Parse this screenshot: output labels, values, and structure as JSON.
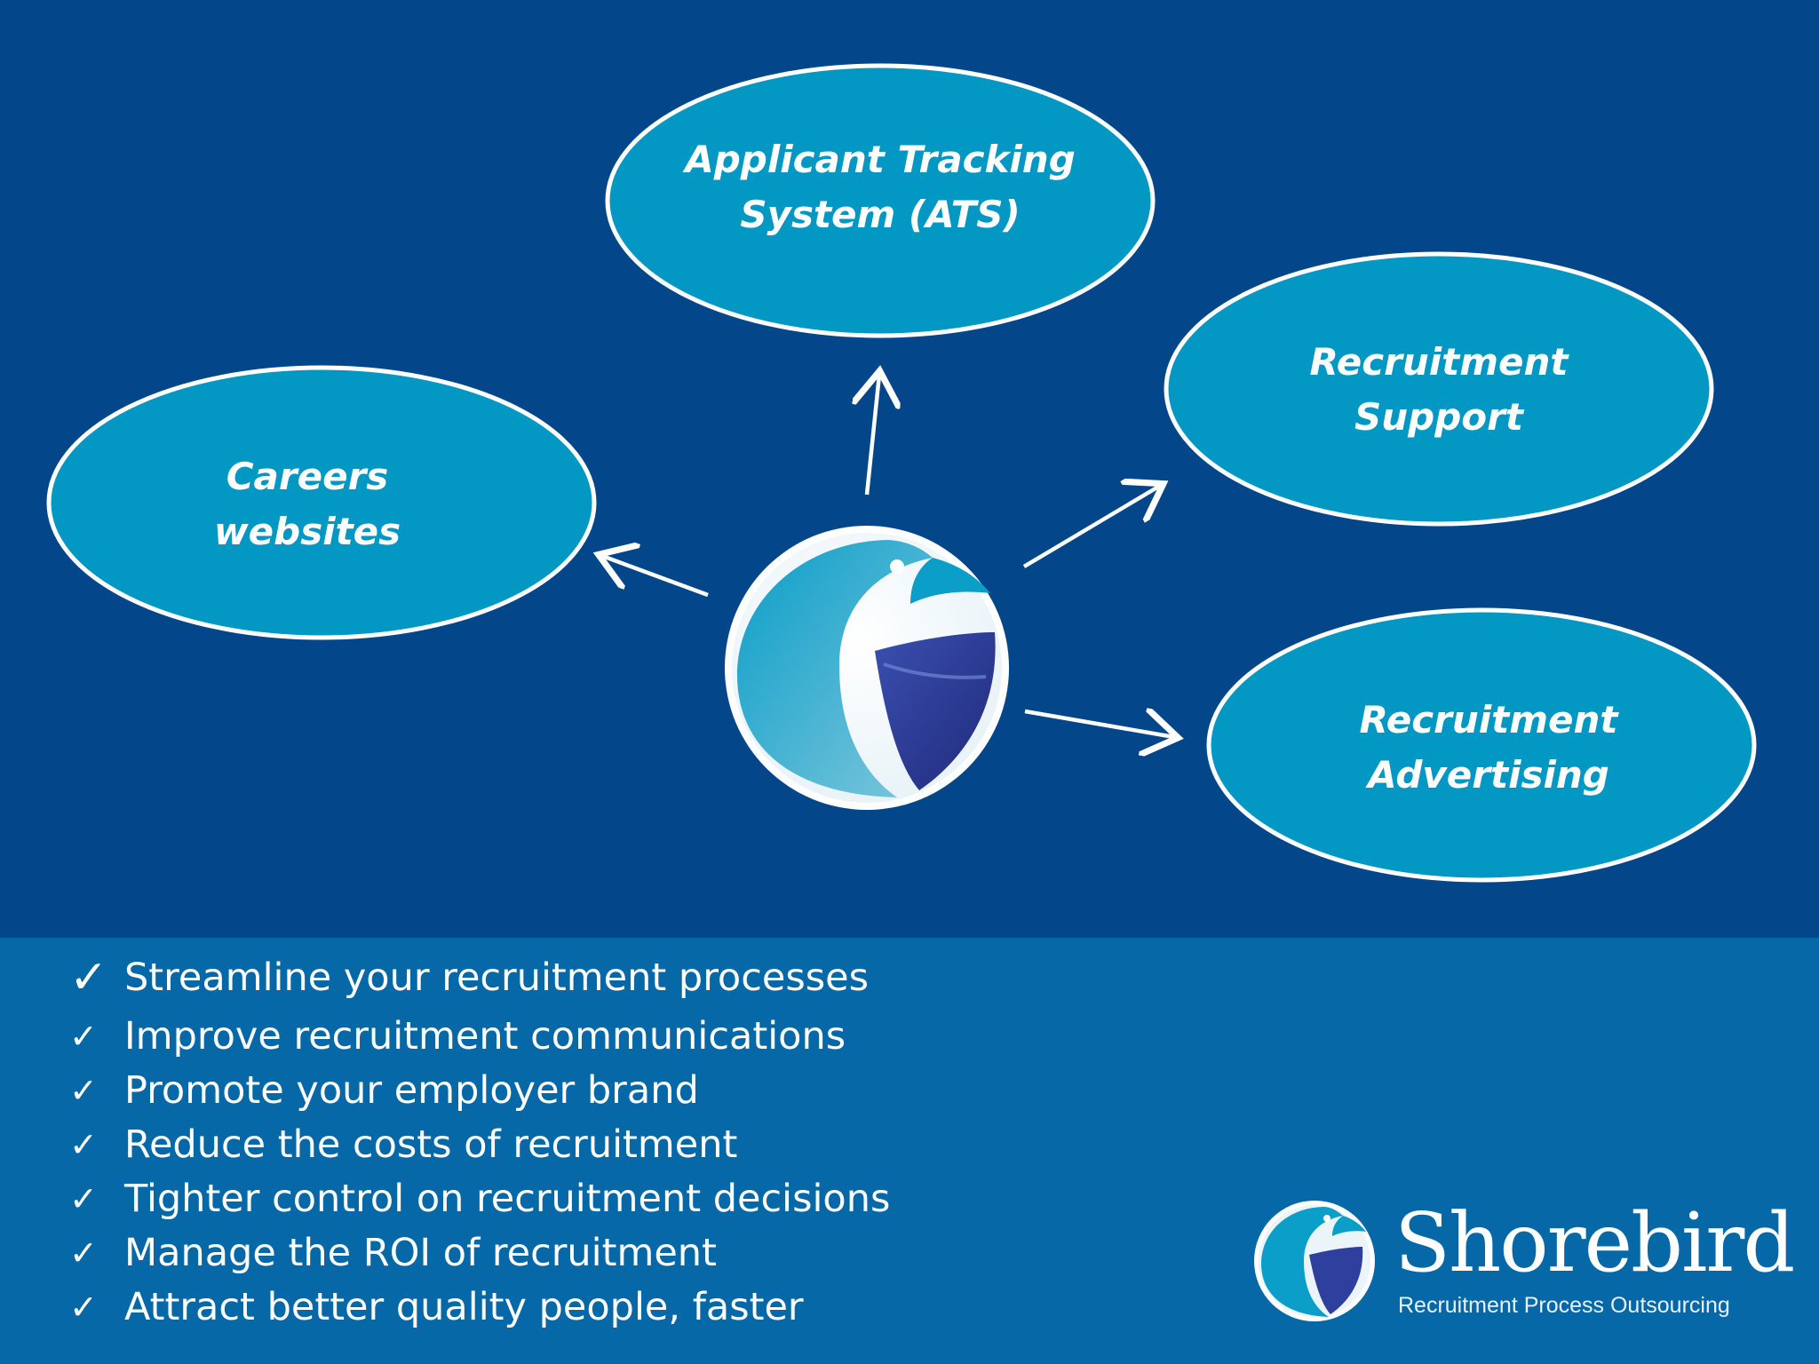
{
  "diagram": {
    "nodes": [
      {
        "id": "ats",
        "line1": "Applicant Tracking",
        "line2": "System (ATS)"
      },
      {
        "id": "support",
        "line1": "Recruitment",
        "line2": "Support"
      },
      {
        "id": "careers",
        "line1": "Careers",
        "line2": "websites"
      },
      {
        "id": "advertising",
        "line1": "Recruitment",
        "line2": "Advertising"
      }
    ],
    "center_icon": "shorebird-logo-icon",
    "edges": [
      {
        "from": "center",
        "to": "ats"
      },
      {
        "from": "center",
        "to": "support"
      },
      {
        "from": "center",
        "to": "careers"
      },
      {
        "from": "center",
        "to": "advertising"
      }
    ]
  },
  "benefits": [
    "Streamline your recruitment processes",
    "Improve recruitment communications",
    "Promote your employer brand",
    "Reduce the costs of recruitment",
    "Tighter control on recruitment decisions",
    "Manage the ROI of recruitment",
    "Attract better quality people, faster"
  ],
  "brand": {
    "name": "Shorebird",
    "tagline": "Recruitment Process Outsourcing"
  },
  "colors": {
    "top_background": "#04468a",
    "bottom_background": "#0668a7",
    "node_fill": "#0397c4",
    "accent_dark": "#2f3f9e"
  }
}
